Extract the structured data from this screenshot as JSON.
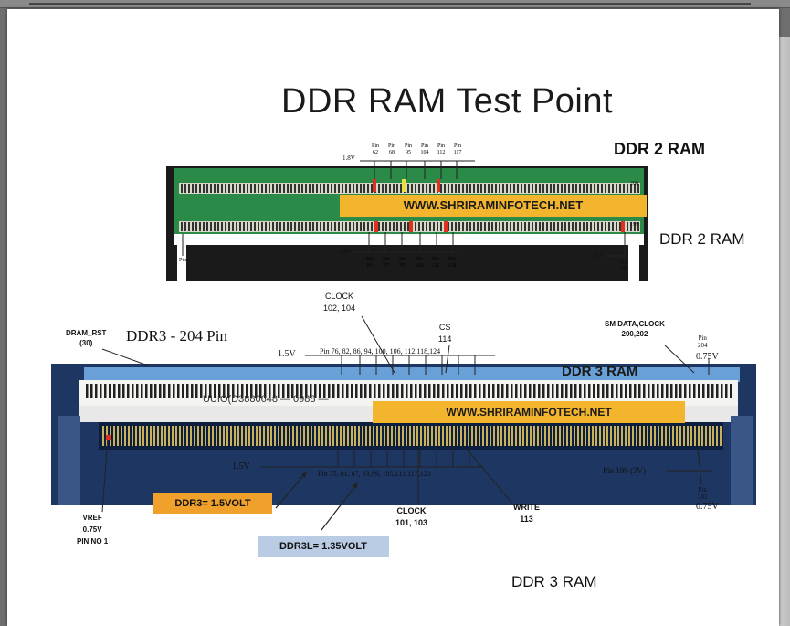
{
  "title": "DDR RAM Test Point",
  "ddr2": {
    "label_top": "DDR 2  RAM",
    "label_bottom": "DDR 2 RAM",
    "website": "WWW.SHRIRAMINFOTECH.NET",
    "voltage_top": "1.8V",
    "pins_top": [
      "Pin\n62",
      "Pin\n68",
      "Pin\n95",
      "Pin\n104",
      "Pin\n112",
      "Pin\n117"
    ],
    "voltage_bottom": "1.8V",
    "pins_bottom": [
      "Pin\n81",
      "Pin\n87",
      "Pin\n95",
      "Pin\n103",
      "Pin\n111",
      "Pin\n118"
    ],
    "pin1": "Pin1",
    "v3": "3V",
    "pin199": "Pin\n199",
    "pin200": "200",
    "pin199_edge": "199"
  },
  "ddr3": {
    "header": "DDR3 - 204 Pin",
    "dram_rst": "DRAM_RST\n(30)",
    "clock_top": "CLOCK\n102, 104",
    "cs": "CS\n114",
    "sm_data": "SM DATA,CLOCK\n200,202",
    "pin204": "Pin\n204",
    "v075_right": "0.75V",
    "v15_top": "1.5V",
    "pins_top": "Pin 76, 82, 86, 94, 100, 106, 112,118,124",
    "overlay_label": "DDR 3 RAM",
    "module_text": "UUIO(D3880648 — 0988 —",
    "website": "WWW.SHRIRAMINFOTECH.NET",
    "v15_bottom": "1.5V",
    "pins_bottom": "Pin 75, 81, 87, 93,99, 105,111,117,123",
    "pin199": "Pin 199 (3V)",
    "pin203": "Pin\n203",
    "v075_bottom": "0.75V",
    "vref": "VREF\n0.75V\nPIN NO 1",
    "ddr3_voltage": "DDR3= 1.5VOLT",
    "ddr3l_voltage": "DDR3L= 1.35VOLT",
    "clock_bottom": "CLOCK\n101, 103",
    "write": "WRITE\n113",
    "footer": "DDR 3 RAM"
  },
  "colors": {
    "pcb_green": "#1e6b3a",
    "pcb_blue": "#1a3a6e",
    "website_bg": "#f3b52e",
    "ddr3_badge": "#f0a12b",
    "ddr3l_badge": "#b9cce4"
  }
}
